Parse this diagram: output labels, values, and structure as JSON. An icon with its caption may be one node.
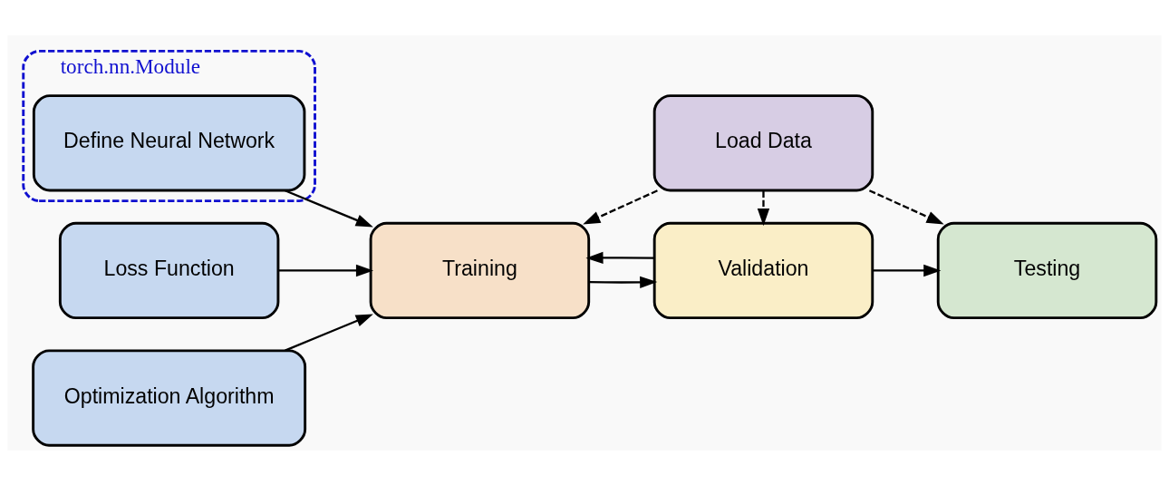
{
  "diagram": {
    "nodes": [
      {
        "text": [
          "torch.nn.Module"
        ]
      },
      {
        "text": [
          "Define Neural Network"
        ],
        "in": 0
      },
      {
        "text": [
          "Loss Function"
        ]
      },
      {
        "text": [
          "Optimization Algorithm"
        ]
      },
      {
        "text": [
          "Load Data"
        ]
      },
      {
        "text": [
          "Training"
        ]
      },
      {
        "text": [
          "Validation"
        ]
      },
      {
        "text": [
          "Testing"
        ]
      }
    ],
    "edges": [
      {
        "from": 1,
        "to": 5,
        "arrow": "to"
      },
      {
        "from": 2,
        "to": 5,
        "arrow": "to"
      },
      {
        "from": 3,
        "to": 5,
        "arrow": "to"
      },
      {
        "from": 4,
        "to": 5,
        "arrow": "to",
        "style": "dashed"
      },
      {
        "from": 4,
        "to": 6,
        "arrow": "to",
        "style": "dashed"
      },
      {
        "from": 4,
        "to": 7,
        "arrow": "to",
        "style": "dashed"
      },
      {
        "from": 5,
        "to": 6,
        "arrow": "to"
      },
      {
        "from": 6,
        "to": 5,
        "arrow": "to"
      },
      {
        "from": 6,
        "to": 7,
        "arrow": "to"
      }
    ]
  }
}
